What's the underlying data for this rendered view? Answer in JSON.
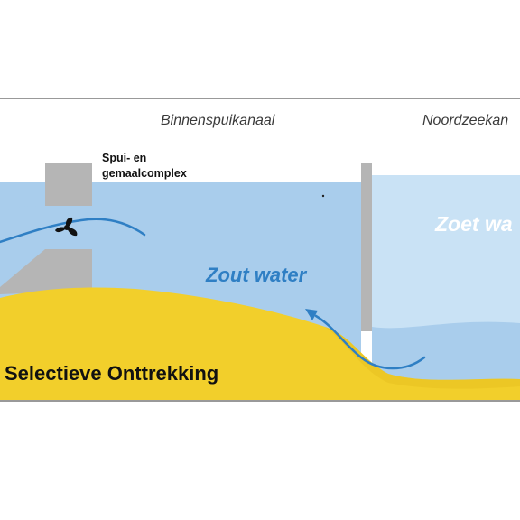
{
  "labels": {
    "canal": "Binnenspuikanaal",
    "north_sea": "Noordzeekan",
    "complex_line1": "Spui- en",
    "complex_line2": "gemaalcomplex",
    "salt_water": "Zout water",
    "fresh_water": "Zoet wa",
    "title": "Selectieve Onttrekking"
  },
  "colors": {
    "canal_water": "#a9cdec",
    "north_sea_water": "#c9e2f5",
    "salt_wedge": "#a9cdec",
    "sand": "#f2cf2b",
    "sand_shadow": "#e8c121",
    "structure": "#b5b5b5",
    "flow_arrow": "#2f7fc4",
    "salt_text": "#2f7fc4",
    "border": "#333333"
  },
  "icons": {
    "pump": "propeller-icon",
    "flow": "curved-arrow-icon"
  }
}
